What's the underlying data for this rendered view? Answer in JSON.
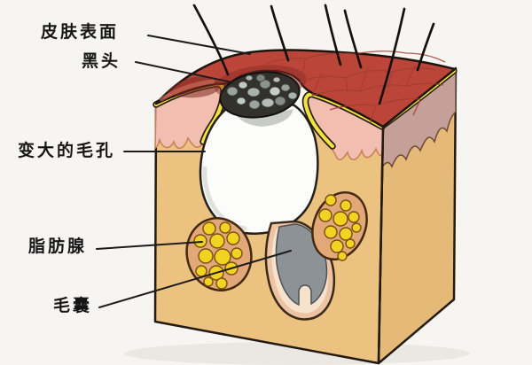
{
  "diagram": {
    "name": "blackhead-skin-cross-section",
    "labels": {
      "skin_surface": {
        "text": "皮肤表面"
      },
      "blackhead": {
        "text": "黑头"
      },
      "enlarged_pore": {
        "text": "变大的毛孔"
      },
      "sebaceous_gland": {
        "text": "脂肪腺"
      },
      "hair_follicle": {
        "text": "毛囊"
      }
    },
    "colors": {
      "background": "#f6f5f2",
      "surface_red": "#bb4538",
      "surface_red_dark": "#7e2a22",
      "epidermis_yellow": "#f2e13e",
      "dermis_pink": "#f1beb0",
      "dermis_side": "#c4a098",
      "subcutis_tan": "#ecc281",
      "subcutis_side": "#e5ba79",
      "pore_white": "#fcfcfb",
      "blackhead_dark": "#32312c",
      "gland_rim": "#e2a878",
      "gland_yellow": "#f2d322",
      "follicle_gray": "#8d9296",
      "sheath_salmon": "#eec3a3",
      "sheath_inner": "#f7e3cb",
      "outline": "#2a2016",
      "leader_line": "#1c1c1c",
      "label_text": "#161616"
    }
  }
}
